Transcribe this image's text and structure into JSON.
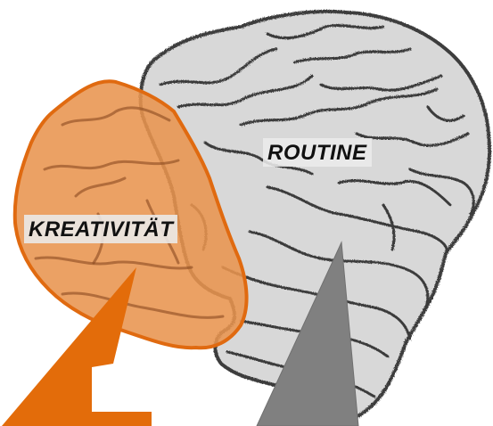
{
  "labels": {
    "routine": "ROUTINE",
    "kreativitaet": "KREATIVITÄT"
  },
  "colors": {
    "creative_region": "#e8944e",
    "creative_outline": "#e06a10",
    "callout_left": "#e36c0a",
    "callout_right": "#808080",
    "brain_fill": "#d8d8d8",
    "brain_line": "#3e3e3e"
  },
  "icons": {
    "brain": "brain-illustration",
    "creative_region": "frontal-lobe-highlight",
    "callout_left": "speech-pointer-orange",
    "callout_right": "speech-pointer-gray"
  }
}
